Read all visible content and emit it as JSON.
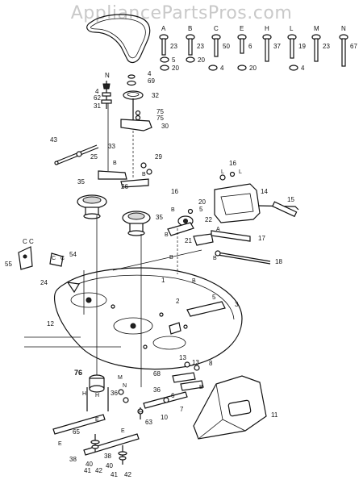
{
  "watermark": "AppliancePartsPros.com",
  "hardware_letters": [
    "A",
    "B",
    "C",
    "E",
    "H",
    "L",
    "M",
    "N"
  ],
  "hardware_numbers": [
    "23",
    "23",
    "50",
    "6",
    "37",
    "19",
    "23",
    "67"
  ],
  "washer_labels": [
    "5",
    "20",
    "20",
    "4",
    "20",
    "4"
  ],
  "callouts": {
    "c1": "1",
    "c2": "2",
    "c3": "3",
    "c4": "4",
    "c4b": "4",
    "c5": "5",
    "c5b": "5",
    "c6": "6",
    "c7": "7",
    "c8": "8",
    "c10": "10",
    "c11": "11",
    "c12": "12",
    "c13": "13",
    "c13b": "13",
    "c14": "14",
    "c15": "15",
    "c16": "16",
    "c17": "17",
    "c18": "18",
    "c20": "20",
    "c21": "21",
    "c22": "22",
    "c24": "24",
    "c25": "25",
    "c26": "26",
    "c29": "29",
    "c30": "30",
    "c31": "31",
    "c32": "32",
    "c33": "33",
    "c35": "35",
    "c35b": "35",
    "c36": "36",
    "c36b": "36",
    "c38": "38",
    "c38b": "38",
    "c40": "40",
    "c40b": "40",
    "c41": "41",
    "c41b": "41",
    "c42": "42",
    "c42b": "42",
    "c43": "43",
    "c54": "54",
    "c55": "55",
    "c62": "62",
    "c63": "63",
    "c65": "65",
    "c68": "68",
    "c69": "69",
    "c75": "75",
    "c75b": "75",
    "c76": "76",
    "cN": "N",
    "cCC": "C C"
  }
}
